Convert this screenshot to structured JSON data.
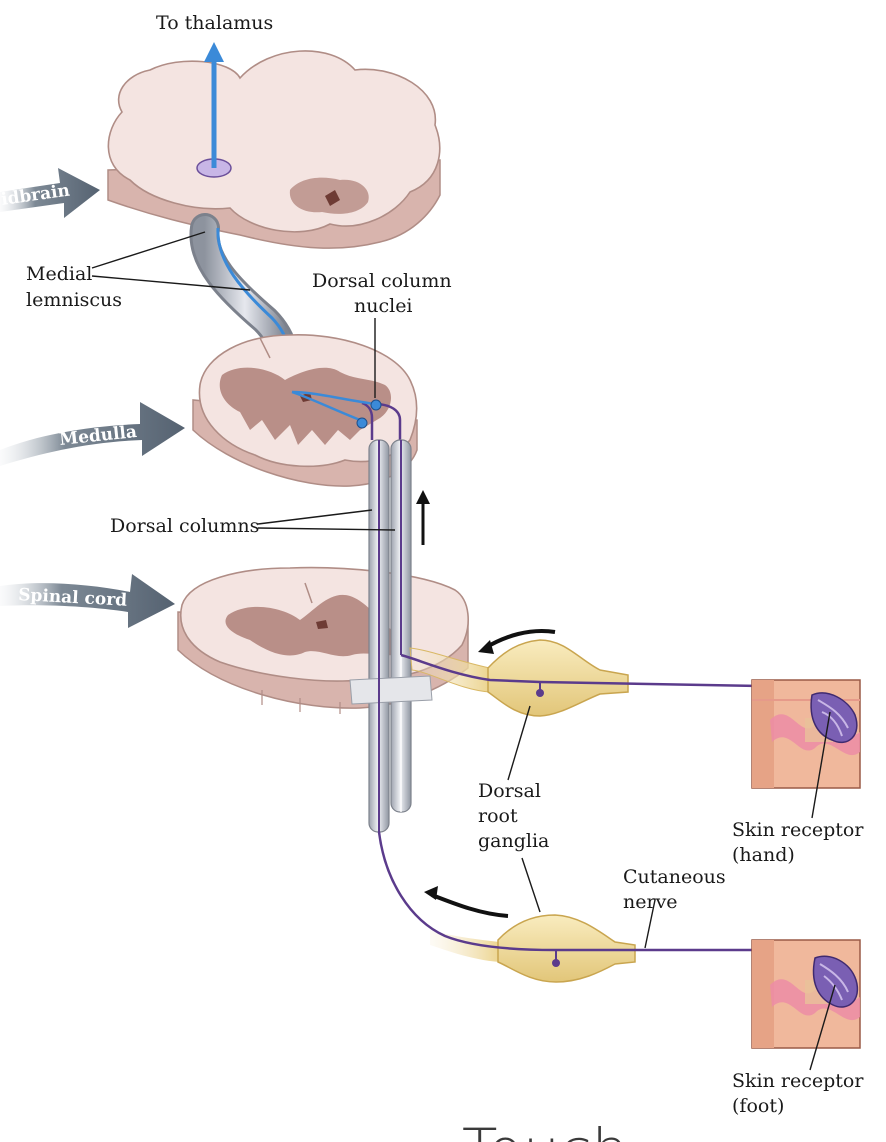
{
  "labels": {
    "to_thalamus": "To thalamus",
    "midbrain": "idbrain",
    "medial_lemniscus_1": "Medial",
    "medial_lemniscus_2": "lemniscus",
    "dorsal_column_nuclei_1": "Dorsal column",
    "dorsal_column_nuclei_2": "nuclei",
    "medulla": "Medulla",
    "dorsal_columns": "Dorsal columns",
    "spinal_cord": "Spinal cord",
    "dorsal_root_ganglia_1": "Dorsal",
    "dorsal_root_ganglia_2": "root",
    "dorsal_root_ganglia_3": "ganglia",
    "skin_receptor_hand_1": "Skin receptor",
    "skin_receptor_hand_2": "(hand)",
    "cutaneous_nerve_1": "Cutaneous",
    "cutaneous_nerve_2": "nerve",
    "skin_receptor_foot_1": "Skin receptor",
    "skin_receptor_foot_2": "(foot)"
  },
  "caption": "Touch",
  "colors": {
    "tissue": "#f3e3e0",
    "tissue_edge": "#c9a9a2",
    "grey_matter": "#b98f88",
    "column": "#b8bcc6",
    "lemniscus_blue": "#3b8ad8",
    "fiber_purple": "#5b3b8c",
    "ganglion": "#f2dd9a",
    "region_arrow": "#5e6b78",
    "skin": "#f0b89c"
  }
}
